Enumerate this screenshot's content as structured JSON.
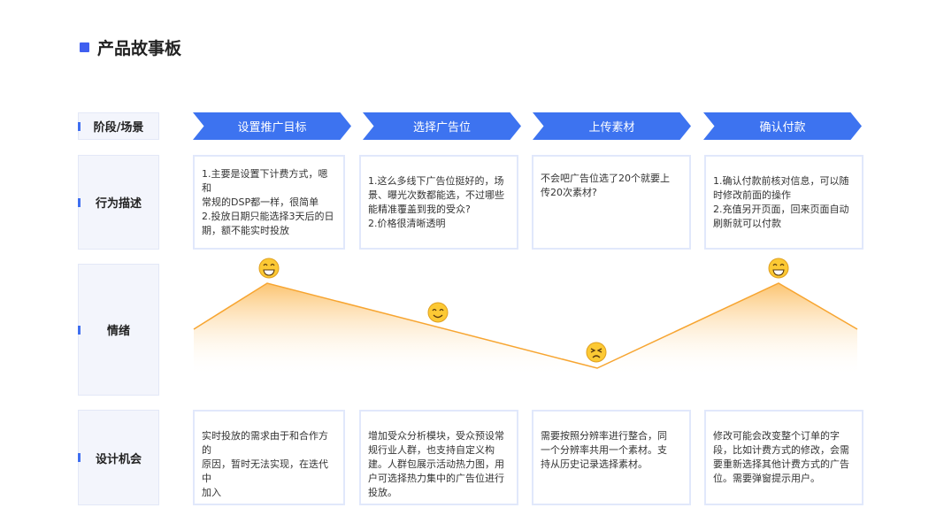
{
  "title": "产品故事板",
  "rows": {
    "stage": "阶段/场景",
    "behavior": "行为描述",
    "emotion": "情绪",
    "opportunity": "设计机会"
  },
  "stages": [
    "设置推广目标",
    "选择广告位",
    "上传素材",
    "确认付款"
  ],
  "behaviors": [
    "1.主要是设置下计费方式，嗯和\n常规的DSP都一样，很简单\n2.投放日期只能选择3天后的日\n期，额不能实时投放",
    "1.这么多线下广告位挺好的，场\n景、曝光次数都能选，不过哪些\n能精准覆盖到我的受众?\n2.价格很清晰透明",
    "不会吧广告位选了20个就要上\n传20次素材?",
    "1.确认付款前核对信息，可以随\n时修改前面的操作\n2.充值另开页面，回来页面自动\n刷新就可以付款"
  ],
  "opportunities": [
    "实时投放的需求由于和合作方的\n原因，暂时无法实现，在迭代中\n加入",
    "增加受众分析模块，受众预设常\n规行业人群，也支持自定义构\n建。人群包展示活动热力图，用\n户可选择热力集中的广告位进行\n投放。",
    "需要按照分辨率进行整合，同\n一个分辨率共用一个素材。支\n持从历史记录选择素材。",
    "修改可能会改变整个订单的字\n段，比如计费方式的修改，会需\n要重新选择其他计费方式的广告\n位。需要弹窗提示用户。"
  ],
  "emotions": [
    "grinning-icon",
    "smiling-icon",
    "frowning-icon",
    "grinning-icon"
  ],
  "colors": {
    "accent": "#3d73f0",
    "curve": "#f7a531"
  }
}
